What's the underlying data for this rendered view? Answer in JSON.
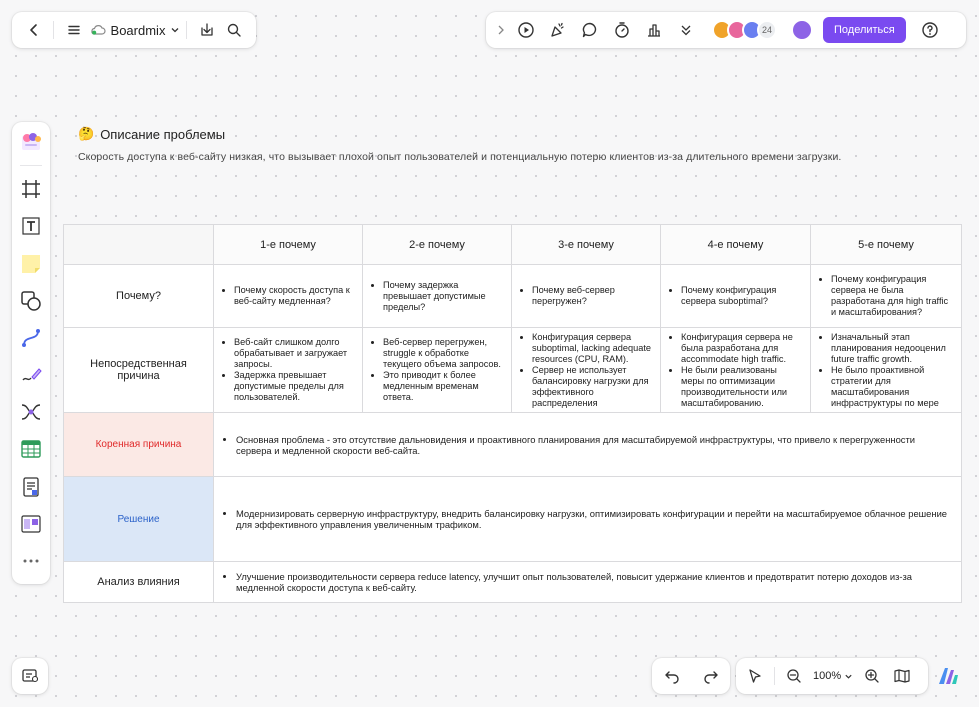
{
  "app": {
    "name": "Boardmix"
  },
  "toolbar_right": {
    "presence_count": "24",
    "share_label": "Поделиться",
    "avatar_colors": [
      "#f0a32a",
      "#e8669c",
      "#6a7ff0"
    ]
  },
  "problem": {
    "emoji": "🤔",
    "title": "Описание проблемы",
    "description": "Скорость доступа к веб-сайту низкая, что вызывает плохой опыт пользователей и потенциальную потерю клиентов из-за длительного времени загрузки."
  },
  "table": {
    "headers": [
      "1-е почему",
      "2-е почему",
      "3-е почему",
      "4-е почему",
      "5-е почему"
    ],
    "rows": {
      "why": {
        "label": "Почему?",
        "cells": [
          [
            "Почему скорость доступа к веб-сайту медленная?"
          ],
          [
            "Почему задержка превышает допустимые пределы?"
          ],
          [
            "Почему веб-сервер перегружен?"
          ],
          [
            "Почему конфигурация сервера suboptimal?"
          ],
          [
            "Почему конфигурация сервера не была разработана для high traffic и масштабирования?"
          ]
        ]
      },
      "direct": {
        "label": "Непосредственная причина",
        "cells": [
          [
            "Веб-сайт слишком долго обрабатывает и загружает запросы.",
            "Задержка превышает допустимые пределы для пользователей."
          ],
          [
            "Веб-сервер перегружен, struggle к обработке текущего объема запросов.",
            "Это приводит к более медленным временам ответа."
          ],
          [
            "Конфигурация сервера suboptimal, lacking adequate resources (CPU, RAM).",
            "Сервер не использует балансировку нагрузки для эффективного распределения"
          ],
          [
            "Конфигурация сервера не была разработана для accommodate high traffic.",
            "Не были реализованы меры по оптимизации производительности или масштабированию."
          ],
          [
            "Изначальный этап планирования недооценил future traffic growth.",
            "Не было проактивной стратегии для масштабирования инфраструктуры по мере"
          ]
        ]
      },
      "root": {
        "label": "Коренная причина",
        "text": "Основная проблема - это отсутствие дальновидения и проактивного планирования для масштабируемой инфраструктуры, что привело к перегруженности сервера и медленной скорости веб-сайта."
      },
      "solution": {
        "label": "Решение",
        "text": "Модернизировать серверную инфраструктуру, внедрить балансировку нагрузки, оптимизировать конфигурации и перейти на масштабируемое облачное решение для эффективного управления увеличенным трафиком."
      },
      "impact": {
        "label": "Анализ влияния",
        "text": "Улучшение производительности сервера reduce latency, улучшит опыт пользователей, повысит удержание клиентов и предотвратит потерю доходов из-за медленной скорости доступа к веб-сайту."
      }
    }
  },
  "zoom": {
    "level": "100%"
  },
  "colors": {
    "accent": "#7a4af0",
    "root_bg": "#fbe9e5",
    "root_text": "#e02a2a",
    "solution_bg": "#dbe7f7",
    "solution_text": "#2b62c9"
  }
}
